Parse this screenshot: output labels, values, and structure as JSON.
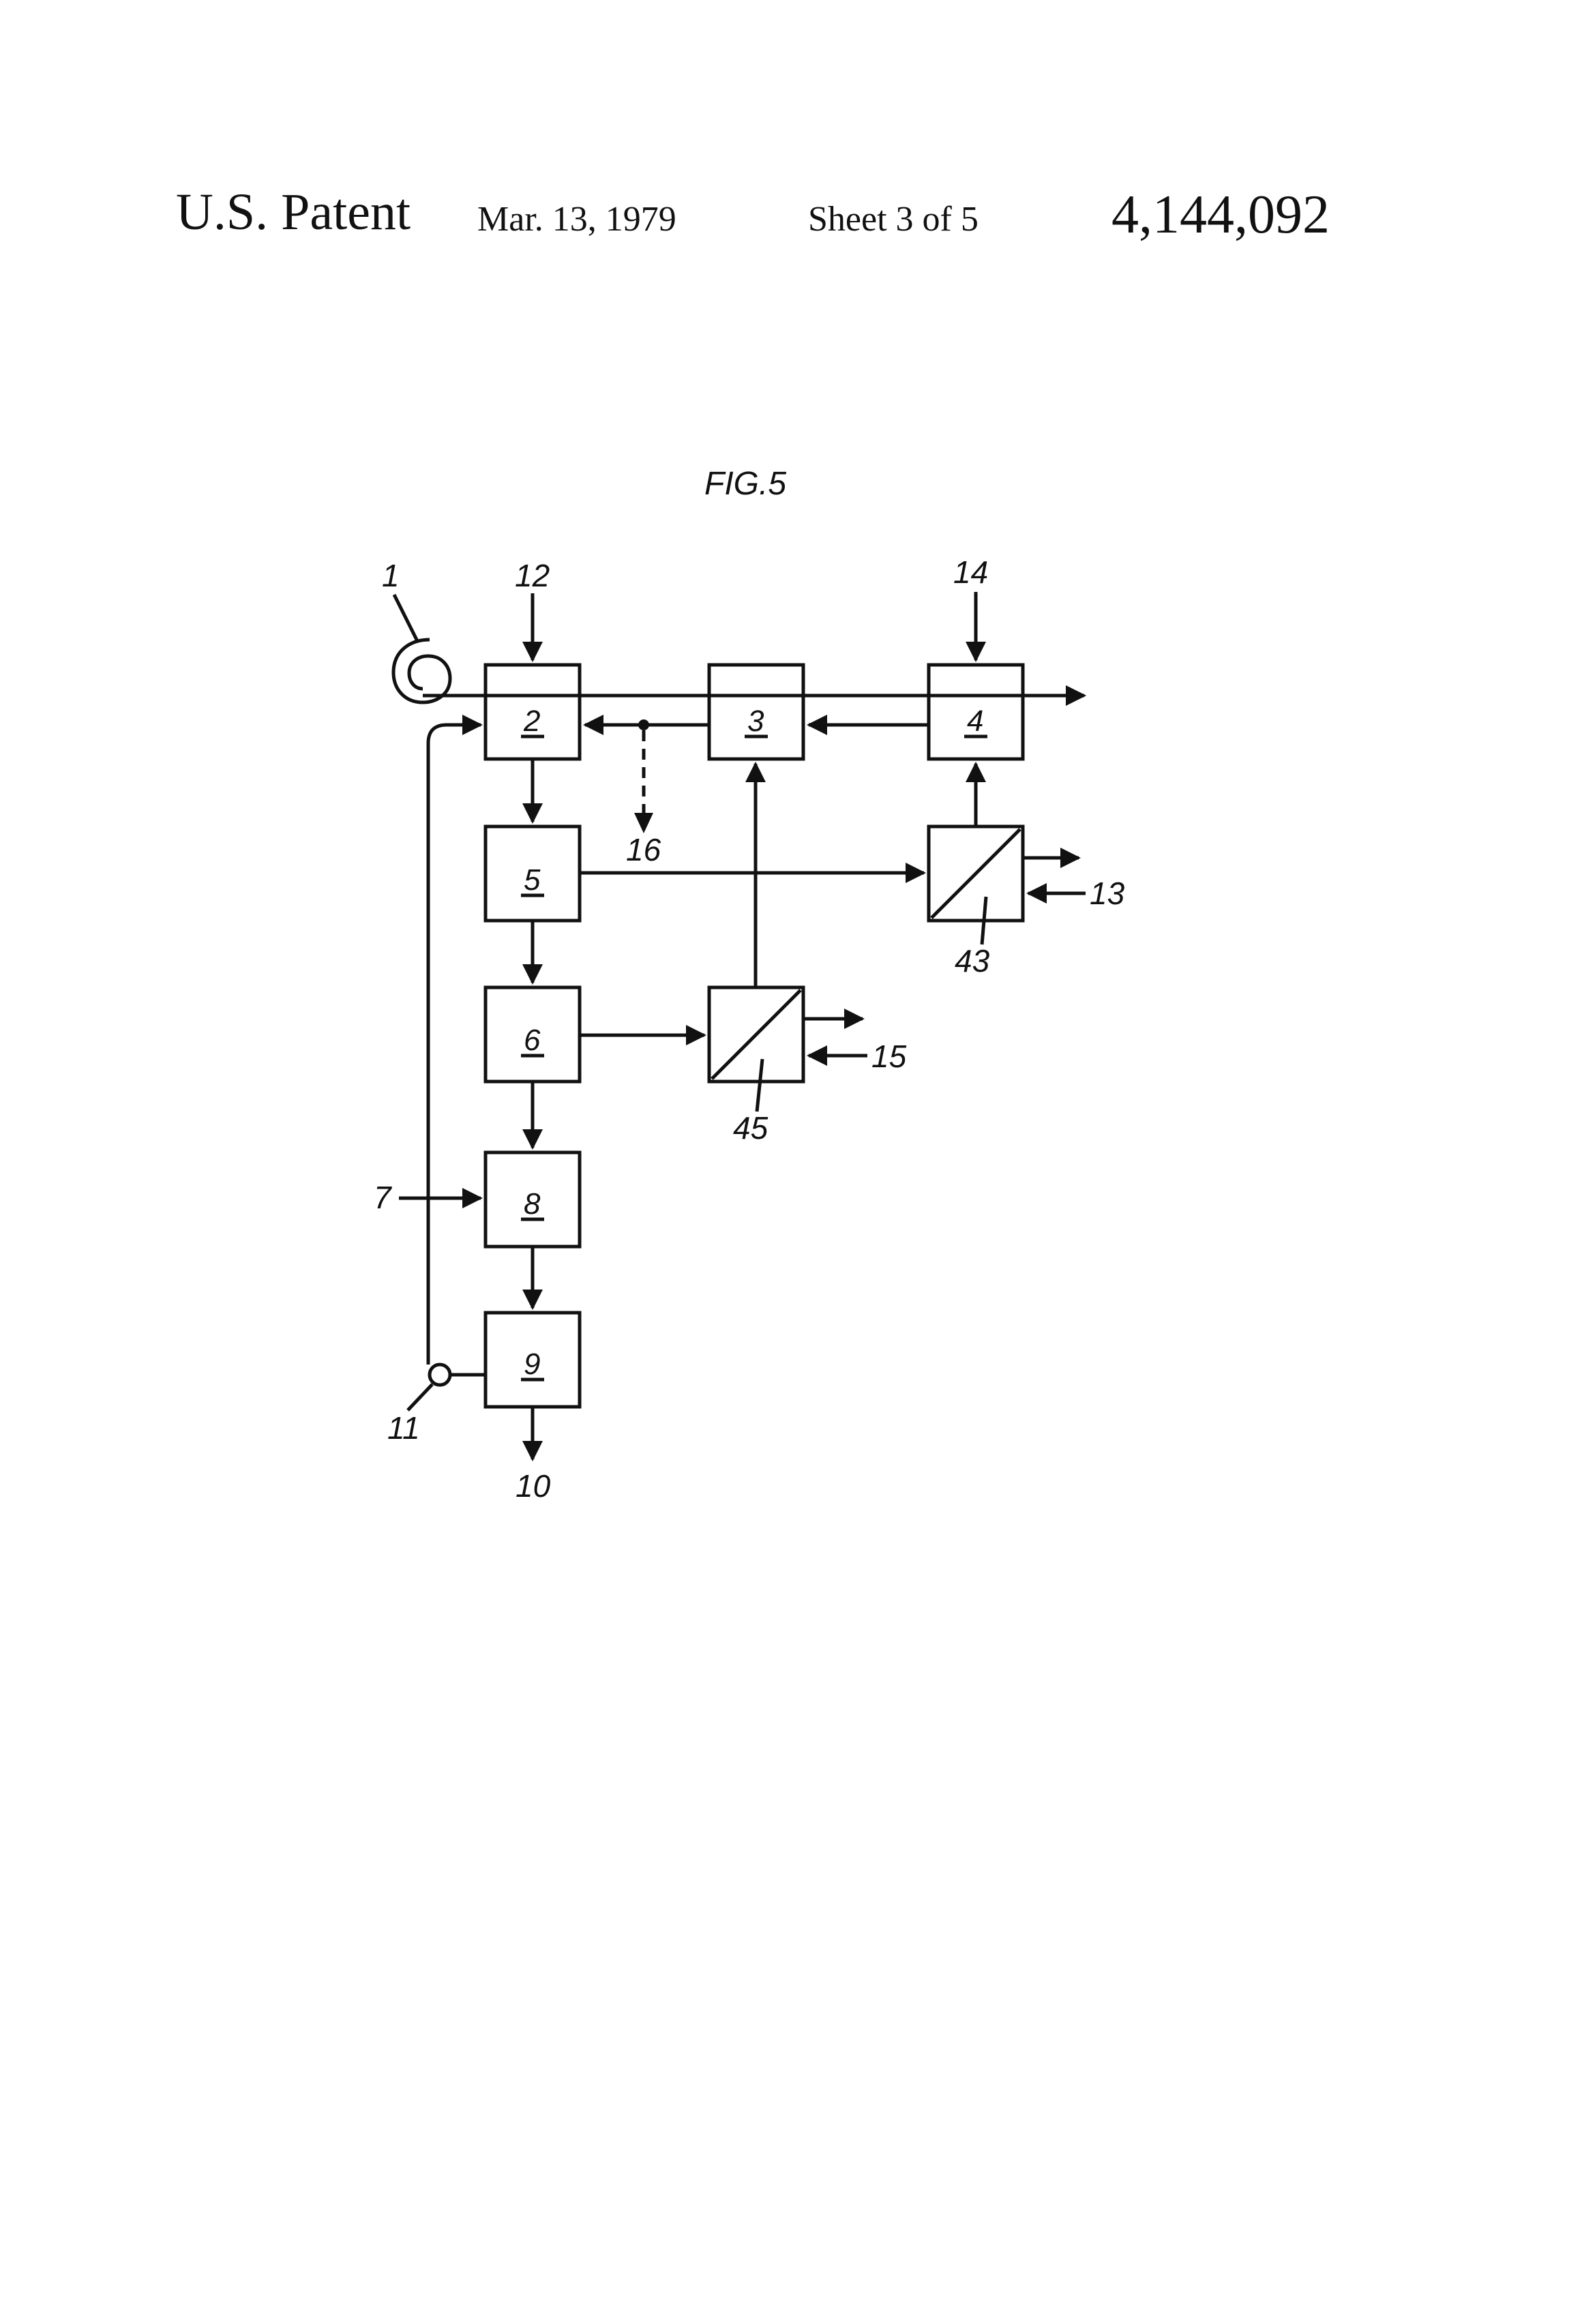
{
  "header": {
    "patent_label": "U.S. Patent",
    "date": "Mar. 13, 1979",
    "sheet": "Sheet 3 of 5",
    "patent_number": "4,144,092"
  },
  "figure": {
    "title": "FIG.5",
    "boxes": {
      "b2": "2",
      "b3": "3",
      "b4": "4",
      "b5": "5",
      "b6": "6",
      "b8": "8",
      "b9": "9"
    },
    "separators": {
      "s43": "43",
      "s45": "45"
    },
    "refs": {
      "r1": "1",
      "r7": "7",
      "r10": "10",
      "r11": "11",
      "r12": "12",
      "r13": "13",
      "r14": "14",
      "r15": "15",
      "r16": "16"
    }
  },
  "colors": {
    "ink": "#111111",
    "paper": "#ffffff"
  }
}
